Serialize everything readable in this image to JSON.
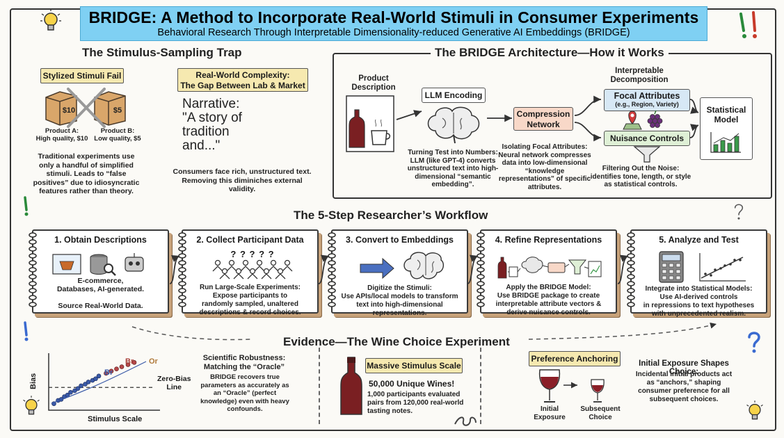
{
  "header": {
    "title": "BRIDGE: A Method to Incorporate Real-World Stimuli in Consumer Experiments",
    "subtitle": "Behavioral Research Through Interpretable Dimensionality-reduced Generative AI Embeddings (BRIDGE)"
  },
  "trap": {
    "title": "The Stimulus-Sampling Trap",
    "stylized_label": "Stylized Stimuli Fail",
    "box_a_price": "$10",
    "box_b_price": "$5",
    "product_a": "Product A:\nHigh quality, $10",
    "product_b": "Product B:\nLow quality, $5",
    "stylized_caption": "Traditional experiments use only a handful of simplified stimuli. Leads to “false positives” due to idiosyncratic features rather than theory.",
    "complexity_label": "Real-World Complexity:\nThe Gap Between Lab & Market",
    "narrative": "Narrative:\n\"A story of\ntradition\nand...\"",
    "complexity_caption": "Consumers face rich, unstructured text. Removing this diminiches external validity."
  },
  "architecture": {
    "title": "The BRIDGE Architecture—How it Works",
    "product_description": "Product\nDescription",
    "llm_encoding": "LLM Encoding",
    "llm_caption": "Turning Test into Numbers: LLM (like GPT-4) converts unstructured text into high-dimensional “semantic embedding”.",
    "compression": "Compression\nNetwork",
    "compression_caption": "Isolating Focal Attributes: Neural network compresses data into low-dimensional “knowledge representations” of specific attributes.",
    "interpretable": "Interpretable\nDecomposition",
    "focal": "Focal Attributes",
    "focal_sub": "(e.g., Region, Variety)",
    "nuisance": "Nuisance Controls",
    "nuisance_caption": "Filtering Out the Noise: identifies tone, length, or style as statistical controls.",
    "statistical": "Statistical\nModel"
  },
  "workflow": {
    "title": "The 5-Step Researcher’s Workflow",
    "steps": [
      {
        "title": "1. Obtain Descriptions",
        "body": "E-commerce,\nDatabases, AI-generated.\n\nSource Real-World Data."
      },
      {
        "title": "2. Collect Participant Data",
        "body": "Run Large-Scale Experiments:\nExpose participants to\nrandomly sampled, unaltered\ndescriptions & record choices."
      },
      {
        "title": "3. Convert to Embeddings",
        "body": "Digitize the Stimuli:\nUse APIs/local models to transform\ntext into high-dimensional\nrepresentations."
      },
      {
        "title": "4. Refine Representations",
        "body": "Apply the BRIDGE Model:\nUse BRIDGE package to create\ninterpretable attribute vectors &\nderive nuisance controls."
      },
      {
        "title": "5. Analyze and Test",
        "body": "Integrate into Statistical Models:\nUse AI-derived controls\nin repressions to text hypotheses\nwith unprecedented realism."
      }
    ],
    "question_marks": "? ? ? ? ?"
  },
  "evidence": {
    "title": "Evidence—The Wine Choice Experiment",
    "bias_axis": "Bias",
    "scale_axis": "Stimulus Scale",
    "zero_bias": "Zero-Bias\nLine",
    "br_label": "Br",
    "or_label": "Or",
    "robust_title": "Scientific Robustness:\nMatching the “Oracle”",
    "robust_caption": "BRIDGE recovers true parameters as accurately as an “Oracle” (perfect knowledge) even with heavy confounds.",
    "massive_label": "Massive Stimulus Scale",
    "wines": "50,000 Unique Wines!",
    "wines_caption": "1,000 participants evaluated pairs from 120,000 real-world tasting notes.",
    "anchoring_label": "Preference Anchoring",
    "initial": "Initial\nExposure",
    "subsequent": "Subsequent\nChoice",
    "anchoring_title": "Initial Exposure Shapes Choice:",
    "anchoring_caption": "Incidental initial products act as “anchors,” shaping consumer preference for all subsequent choices."
  },
  "colors": {
    "banner": "#7fd0f3",
    "tag": "#f6e9b0",
    "focal": "#d7e8f5",
    "nuisance": "#dff0d6",
    "compression": "#f8d8c8",
    "wine": "#7a1f22",
    "shadow": "#c7a27a"
  },
  "scatter": {
    "blue_points": [
      [
        0.05,
        0.12
      ],
      [
        0.09,
        0.18
      ],
      [
        0.12,
        0.2
      ],
      [
        0.15,
        0.25
      ],
      [
        0.18,
        0.28
      ],
      [
        0.21,
        0.33
      ],
      [
        0.25,
        0.36
      ],
      [
        0.28,
        0.4
      ],
      [
        0.31,
        0.45
      ],
      [
        0.35,
        0.48
      ],
      [
        0.38,
        0.52
      ],
      [
        0.42,
        0.55
      ],
      [
        0.45,
        0.58
      ],
      [
        0.48,
        0.63
      ]
    ],
    "red_points": [
      [
        0.55,
        0.68
      ],
      [
        0.6,
        0.72
      ],
      [
        0.65,
        0.76
      ],
      [
        0.7,
        0.8
      ],
      [
        0.76,
        0.84
      ],
      [
        0.82,
        0.88
      ]
    ]
  }
}
